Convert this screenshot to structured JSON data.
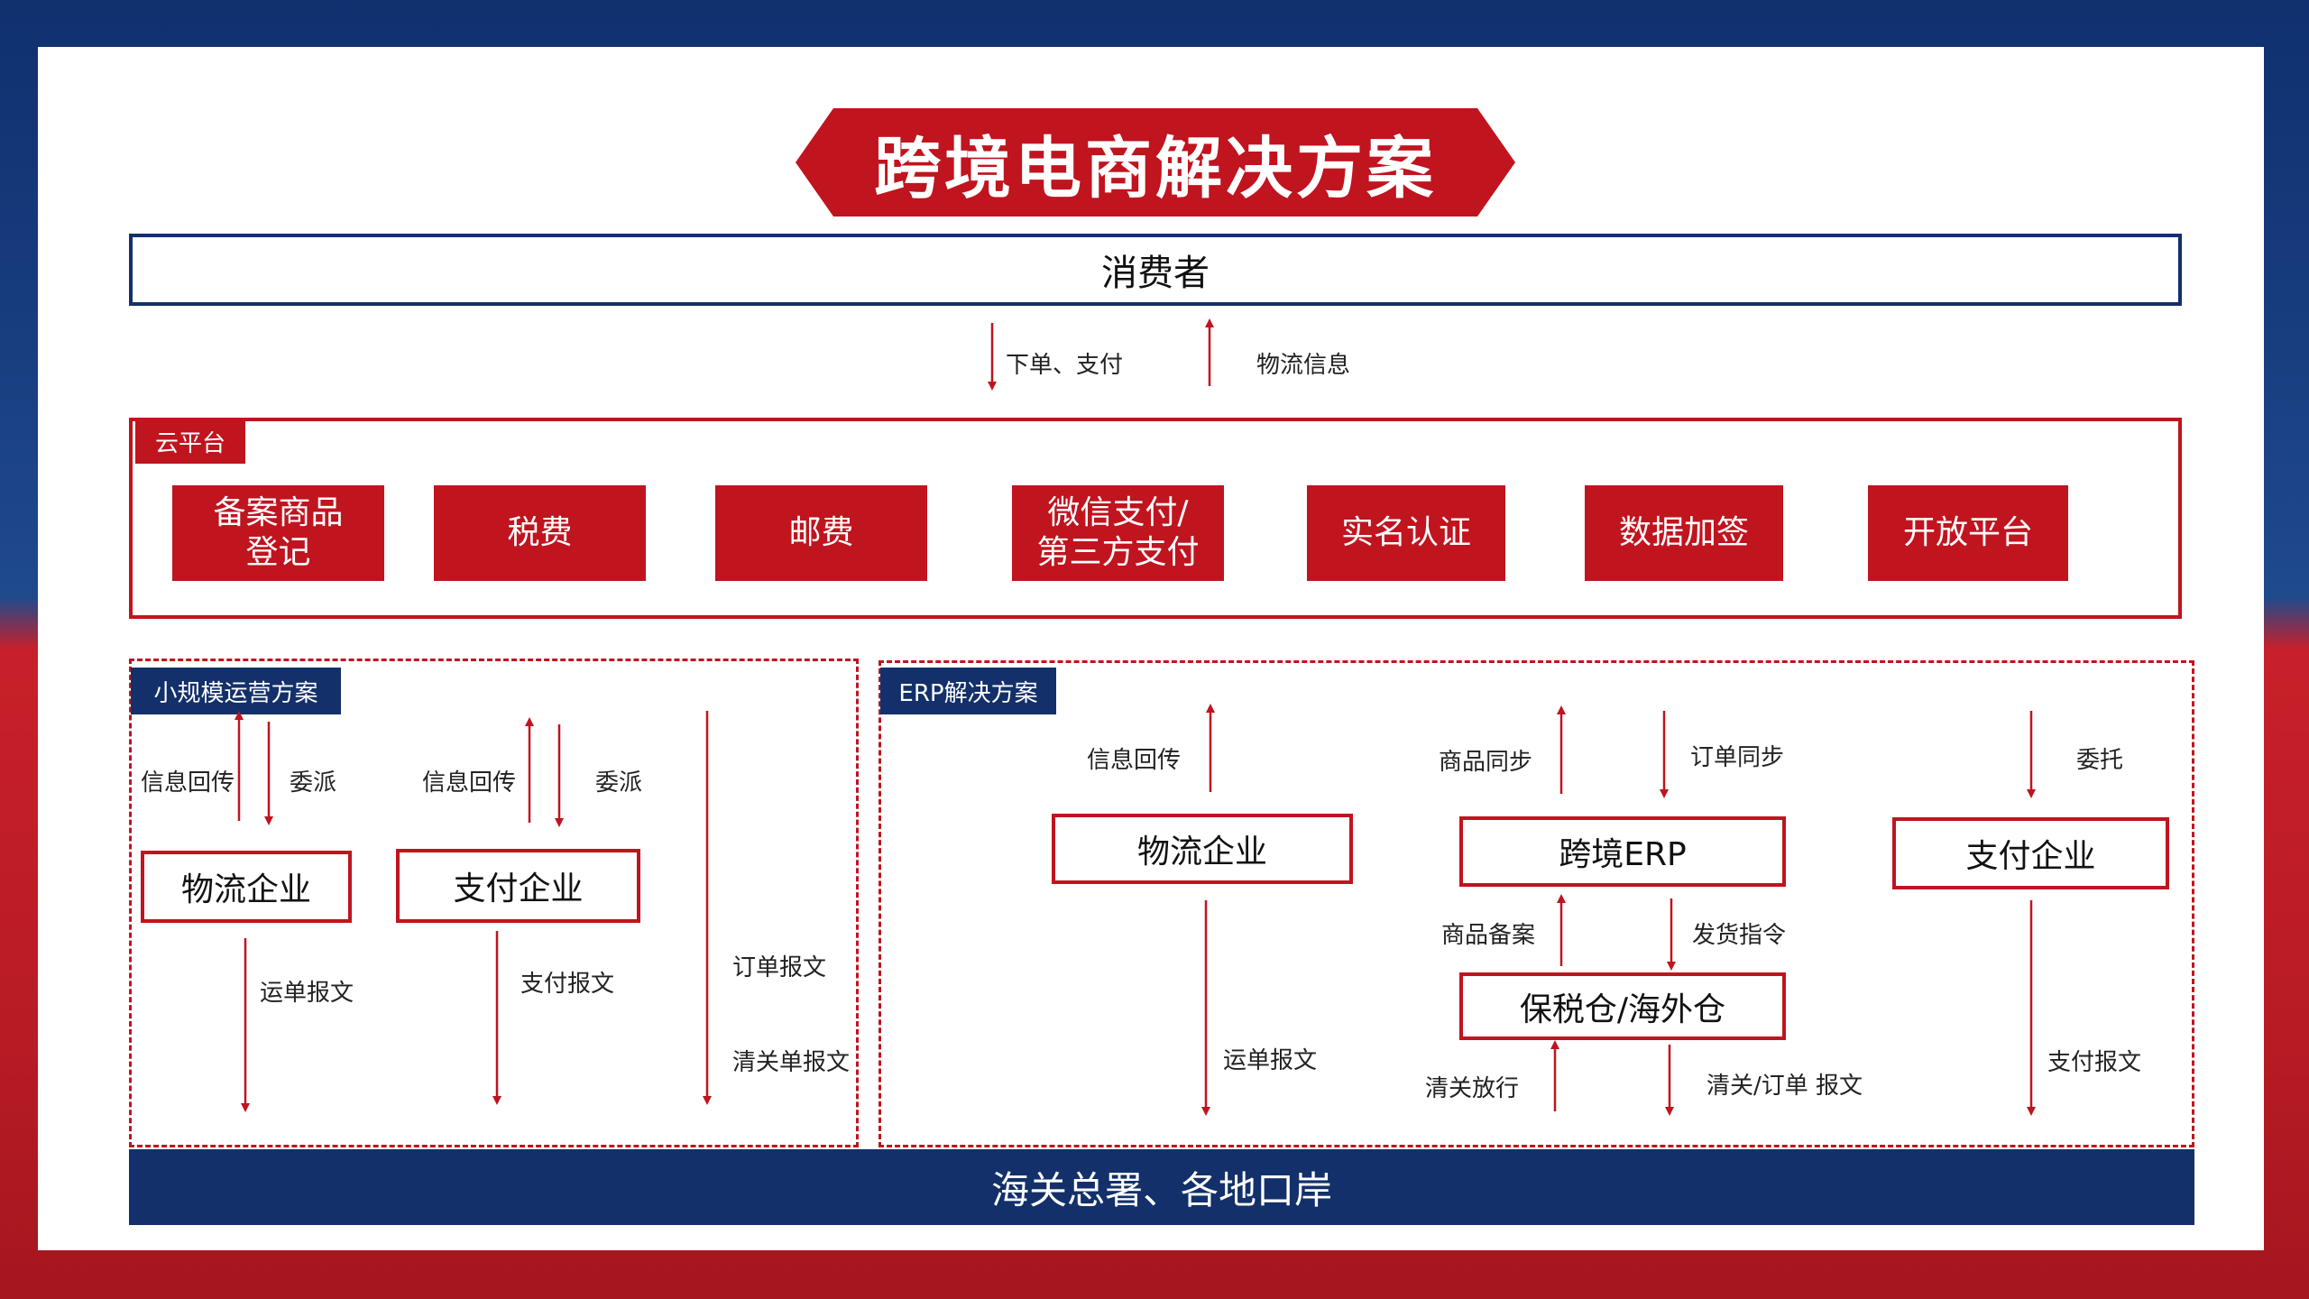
{
  "title": "跨境电商解决方案",
  "consumer": "消费者",
  "flows_top": {
    "order_pay": "下单、支付",
    "logistics_info": "物流信息"
  },
  "cloud_platform": {
    "label": "云平台",
    "items": [
      {
        "line1": "备案商品",
        "line2": "登记"
      },
      {
        "line1": "税费",
        "line2": ""
      },
      {
        "line1": "邮费",
        "line2": ""
      },
      {
        "line1": "微信支付/",
        "line2": "第三方支付"
      },
      {
        "line1": "实名认证",
        "line2": ""
      },
      {
        "line1": "数据加签",
        "line2": ""
      },
      {
        "line1": "开放平台",
        "line2": ""
      }
    ]
  },
  "small_scale": {
    "label": "小规模运营方案",
    "logistics_box": "物流企业",
    "payment_box": "支付企业",
    "info_return_1": "信息回传",
    "assign_1": "委派",
    "info_return_2": "信息回传",
    "assign_2": "委派",
    "waybill_msg": "运单报文",
    "payment_msg": "支付报文",
    "order_msg": "订单报文",
    "clearance_msg": "清关单报文"
  },
  "erp": {
    "label": "ERP解决方案",
    "logistics_box": "物流企业",
    "erp_box": "跨境ERP",
    "payment_box": "支付企业",
    "warehouse_box": "保税仓/海外仓",
    "info_return": "信息回传",
    "product_sync": "商品同步",
    "order_sync": "订单同步",
    "entrust": "委托",
    "product_filing": "商品备案",
    "shipping_instruction": "发货指令",
    "waybill_msg": "运单报文",
    "clearance_release": "清关放行",
    "clearance_order_msg": "清关/订单  报文",
    "payment_msg": "支付报文"
  },
  "footer": "海关总署、各地口岸",
  "colors": {
    "red": "#c0141f",
    "navy": "#13306a"
  }
}
